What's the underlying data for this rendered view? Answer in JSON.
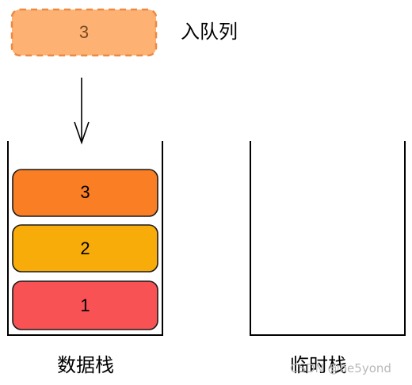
{
  "enqueue": {
    "value": "3",
    "label": "入队列",
    "color": "#fdb172",
    "border_color": "#ec8a43"
  },
  "data_stack": {
    "label": "数据栈",
    "items": [
      {
        "value": "3",
        "color": "#fa7e23"
      },
      {
        "value": "2",
        "color": "#f8ac0a"
      },
      {
        "value": "1",
        "color": "#f85254"
      }
    ]
  },
  "temp_stack": {
    "label": "临时栈",
    "items": []
  },
  "watermark": "CSDN @be5yond"
}
